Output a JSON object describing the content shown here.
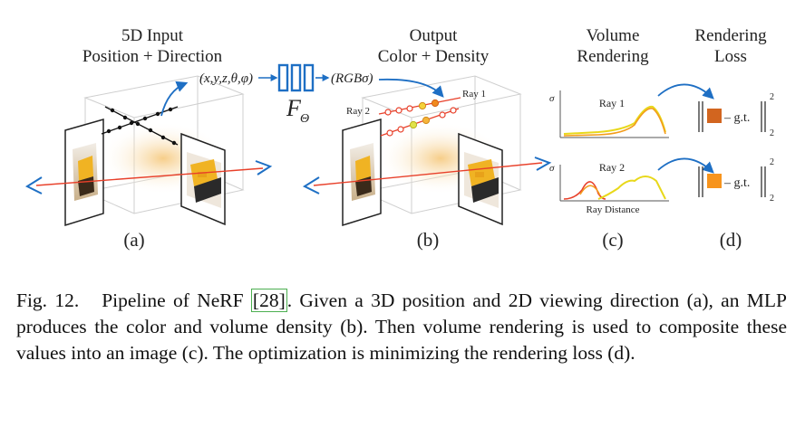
{
  "panels": {
    "a": {
      "title_line1": "5D Input",
      "title_line2": "Position + Direction",
      "label": "(a)",
      "input_tuple": "(x,y,z,θ,φ)"
    },
    "mlp": {
      "symbol": "F",
      "subscript": "Θ",
      "output_tuple": "(RGBσ)"
    },
    "b": {
      "title_line1": "Output",
      "title_line2": "Color + Density",
      "label": "(b)",
      "ray1": "Ray 1",
      "ray2": "Ray 2"
    },
    "c": {
      "title_line1": "Volume",
      "title_line2": "Rendering",
      "label": "(c)",
      "ray1": "Ray 1",
      "ray2": "Ray 2",
      "sigma": "σ",
      "xaxis": "Ray Distance"
    },
    "d": {
      "title_line1": "Rendering",
      "title_line2": "Loss",
      "label": "(d)",
      "gt": "– g.t.",
      "power": "2",
      "subscript": "2"
    }
  },
  "colors": {
    "blue": "#1e6fc4",
    "red": "#e8402a",
    "curve_orange": "#f39c1a",
    "curve_yellow": "#e8d81a",
    "swatch1": "#d2651f",
    "swatch2": "#f7941d"
  },
  "caption": {
    "fig_label": "Fig. 12.",
    "text_before_ref": "Pipeline of NeRF ",
    "ref": "[28]",
    "text_after_ref": ". Given a 3D position and 2D viewing direction (a), an MLP produces the color and volume density (b). Then volume rendering is used to composite these values into an image (c). The optimization is minimizing the rendering loss (d)."
  }
}
